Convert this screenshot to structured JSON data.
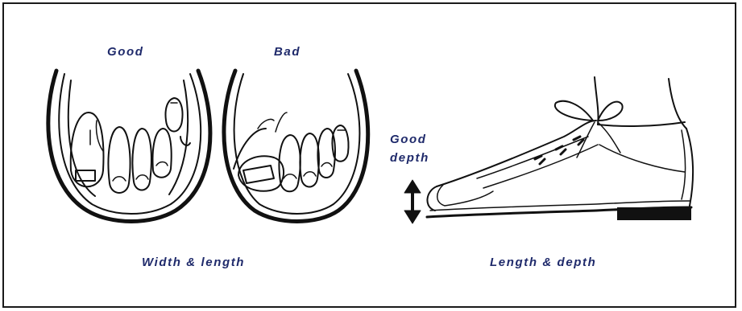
{
  "labels": {
    "good": "Good",
    "bad": "Bad",
    "good_depth_line1": "Good",
    "good_depth_line2": "depth",
    "width_length": "Width & length",
    "length_depth": "Length & depth"
  },
  "colors": {
    "label_text": "#1f2a6b",
    "line_art": "#111111",
    "frame_border": "#1a1a1a",
    "background": "#ffffff"
  }
}
